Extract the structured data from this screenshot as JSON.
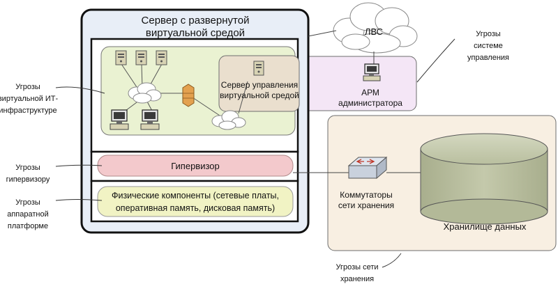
{
  "server": {
    "title_line1": "Сервер с развернутой",
    "title_line2": "виртуальной средой"
  },
  "management_server": {
    "line1": "Сервер управления",
    "line2": "виртуальной средой"
  },
  "lan": {
    "label": "ЛВС"
  },
  "admin_workstation": {
    "line1": "АРМ",
    "line2": "администратора"
  },
  "hypervisor": {
    "label": "Гипервизор"
  },
  "physical_components": {
    "line1": "Физические компоненты (сетевые платы,",
    "line2": "оперативная память, дисковая память)"
  },
  "storage_switches": {
    "line1": "Коммутаторы",
    "line2": "сети хранения"
  },
  "data_storage": {
    "label": "Хранилище данных"
  },
  "threats": {
    "it_infrastructure": [
      "Угрозы",
      "виртуальной ИТ-",
      "инфраструктуре"
    ],
    "hypervisor": [
      "Угрозы",
      "гипервизору"
    ],
    "hardware_platform": [
      "Угрозы",
      "аппаратной",
      "платформе"
    ],
    "management_system": [
      "Угрозы",
      "системе",
      "управления"
    ],
    "storage_network": [
      "Угрозы сети",
      "хранения"
    ]
  },
  "colors": {
    "server_fill": "#e8eef7",
    "vm_area_fill": "#eaf2d2",
    "management_fill": "#eadfce",
    "admin_fill": "#f4e6f6",
    "hypervisor_fill": "#f3c9cc",
    "physical_fill": "#f1f3c4",
    "storage_area_fill": "#f8efe2",
    "cylinder_fill": "#b9bf9f"
  }
}
